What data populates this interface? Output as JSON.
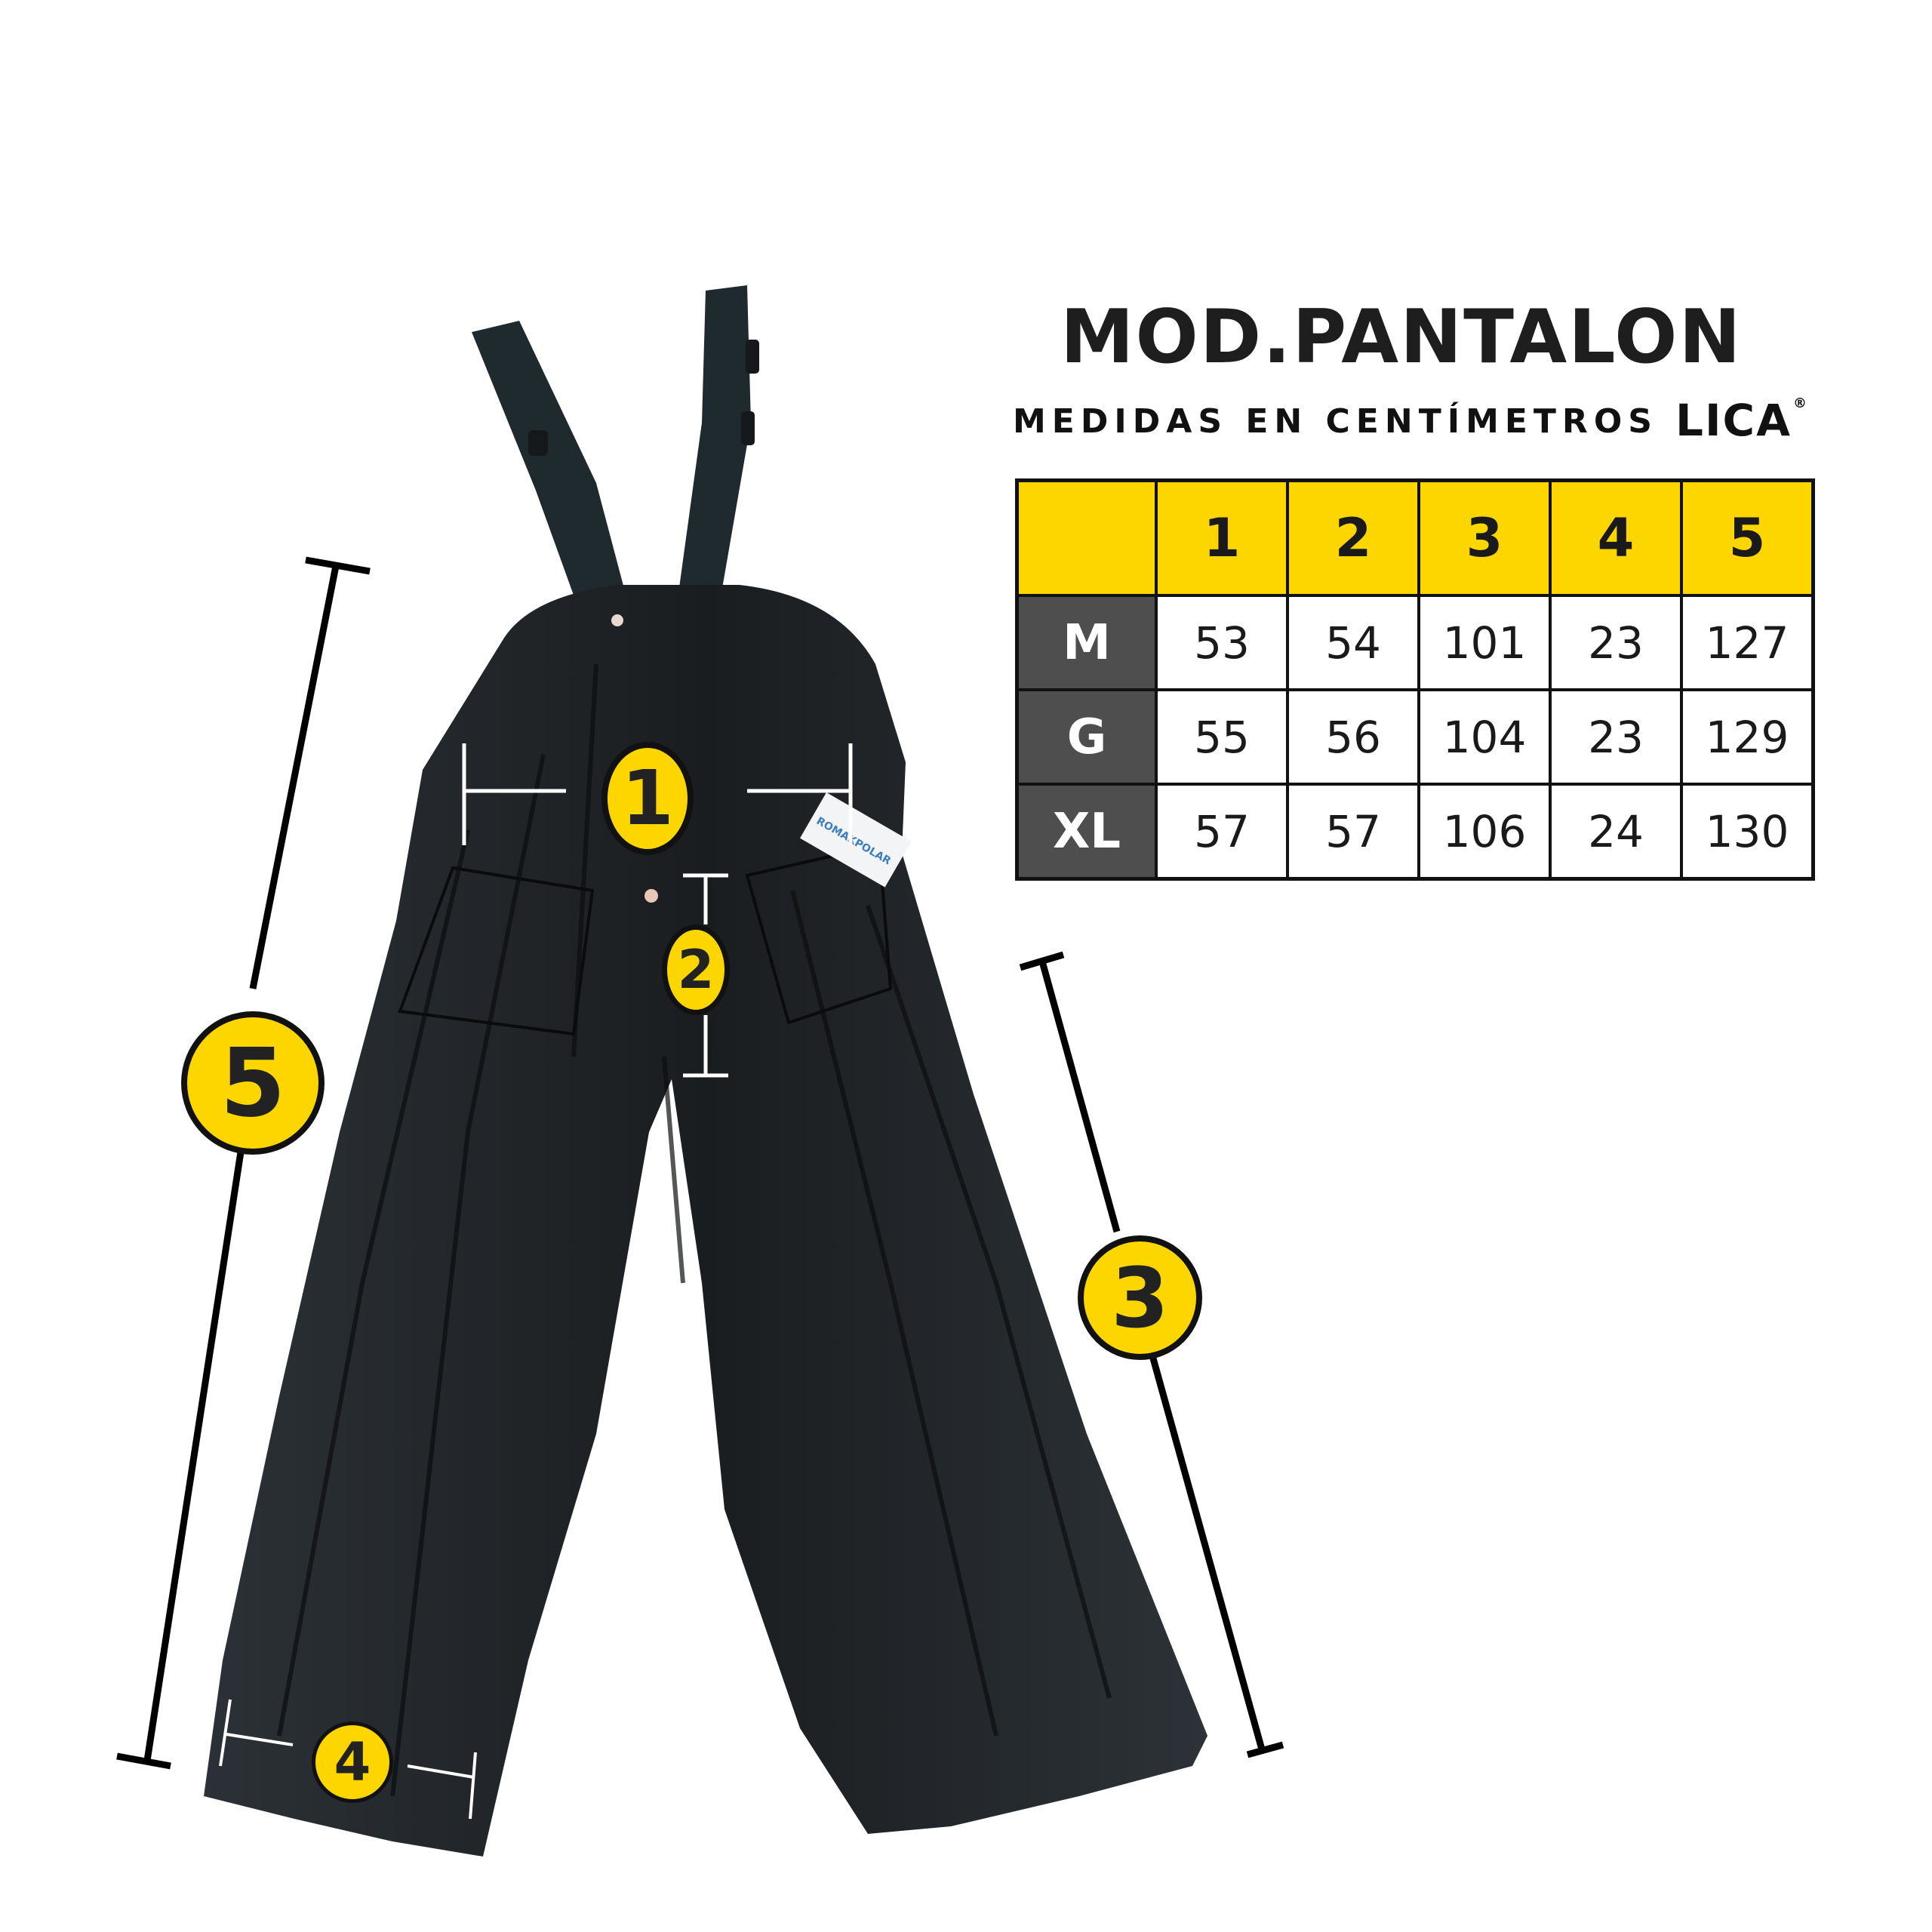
{
  "header": {
    "title": "MOD.PANTALON",
    "subtitle": "MEDIDAS EN CENTÍMETROS",
    "brand": "LICA",
    "brand_mark": "®"
  },
  "size_table": {
    "columns": [
      "1",
      "2",
      "3",
      "4",
      "5"
    ],
    "rows": [
      {
        "size": "M",
        "values": [
          "53",
          "54",
          "101",
          "23",
          "127"
        ]
      },
      {
        "size": "G",
        "values": [
          "55",
          "56",
          "104",
          "23",
          "129"
        ]
      },
      {
        "size": "XL",
        "values": [
          "57",
          "57",
          "106",
          "24",
          "130"
        ]
      }
    ]
  },
  "badges": {
    "b1": "1",
    "b2": "2",
    "b3": "3",
    "b4": "4",
    "b5": "5"
  },
  "garment_label": "ROMAKPOLAR",
  "colors": {
    "accent_yellow": "#fdd600",
    "row_header_gray": "#4e4e4e",
    "garment": "#1f2428",
    "ink": "#111111"
  }
}
